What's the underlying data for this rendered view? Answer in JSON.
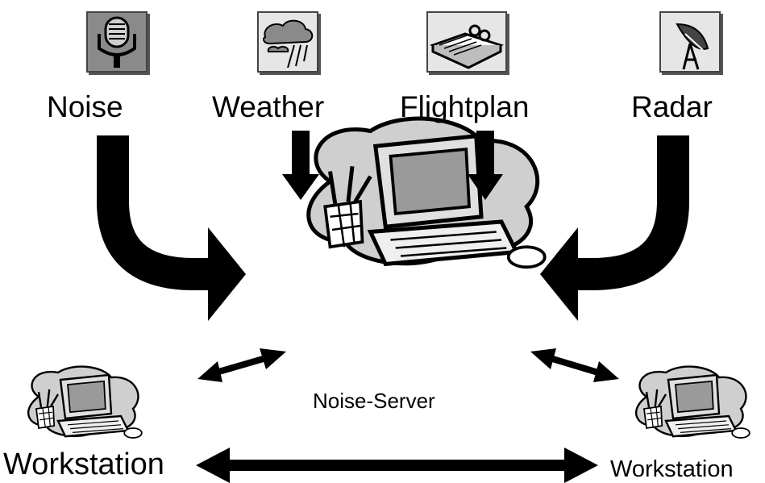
{
  "sources": [
    {
      "label": "Noise",
      "icon": "microphone-icon"
    },
    {
      "label": "Weather",
      "icon": "weather-cloud-icon"
    },
    {
      "label": "Flightplan",
      "icon": "planner-book-icon"
    },
    {
      "label": "Radar",
      "icon": "radar-dish-icon"
    }
  ],
  "server": {
    "label": "Noise-Server",
    "icon": "server-computer-icon"
  },
  "workstations": [
    {
      "label": "Workstation",
      "icon": "workstation-computer-icon"
    },
    {
      "label": "Workstation",
      "icon": "workstation-computer-icon"
    }
  ],
  "colors": {
    "ink": "#000000",
    "fill_light": "#e6e6e6",
    "fill_mid": "#bdbdbd"
  }
}
